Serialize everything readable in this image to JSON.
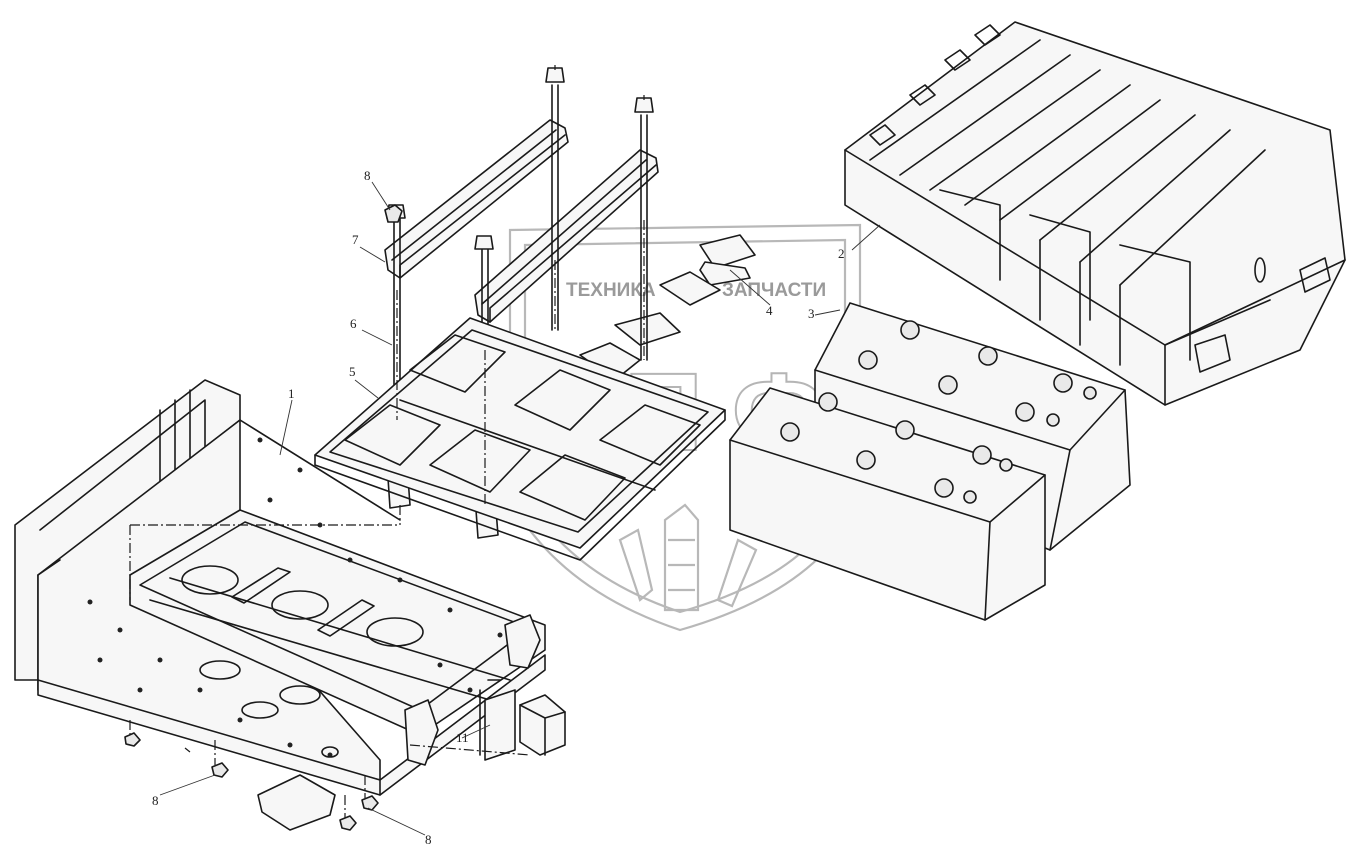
{
  "watermark": {
    "left_text": "ТЕХНИКА",
    "right_text": "ЗАПЧАСТИ",
    "letters": [
      "Э",
      "П",
      "Ф"
    ]
  },
  "callouts": [
    {
      "id": "c1",
      "label": "1"
    },
    {
      "id": "c2",
      "label": "2"
    },
    {
      "id": "c3",
      "label": "3"
    },
    {
      "id": "c4",
      "label": "4"
    },
    {
      "id": "c5",
      "label": "5"
    },
    {
      "id": "c6",
      "label": "6"
    },
    {
      "id": "c7",
      "label": "7"
    },
    {
      "id": "c8a",
      "label": "8"
    },
    {
      "id": "c8b",
      "label": "8"
    },
    {
      "id": "c8c",
      "label": "8"
    },
    {
      "id": "c11",
      "label": "11"
    }
  ],
  "colors": {
    "line": "#1a1a1a",
    "watermark": "#b8b8b8",
    "background": "#ffffff"
  }
}
